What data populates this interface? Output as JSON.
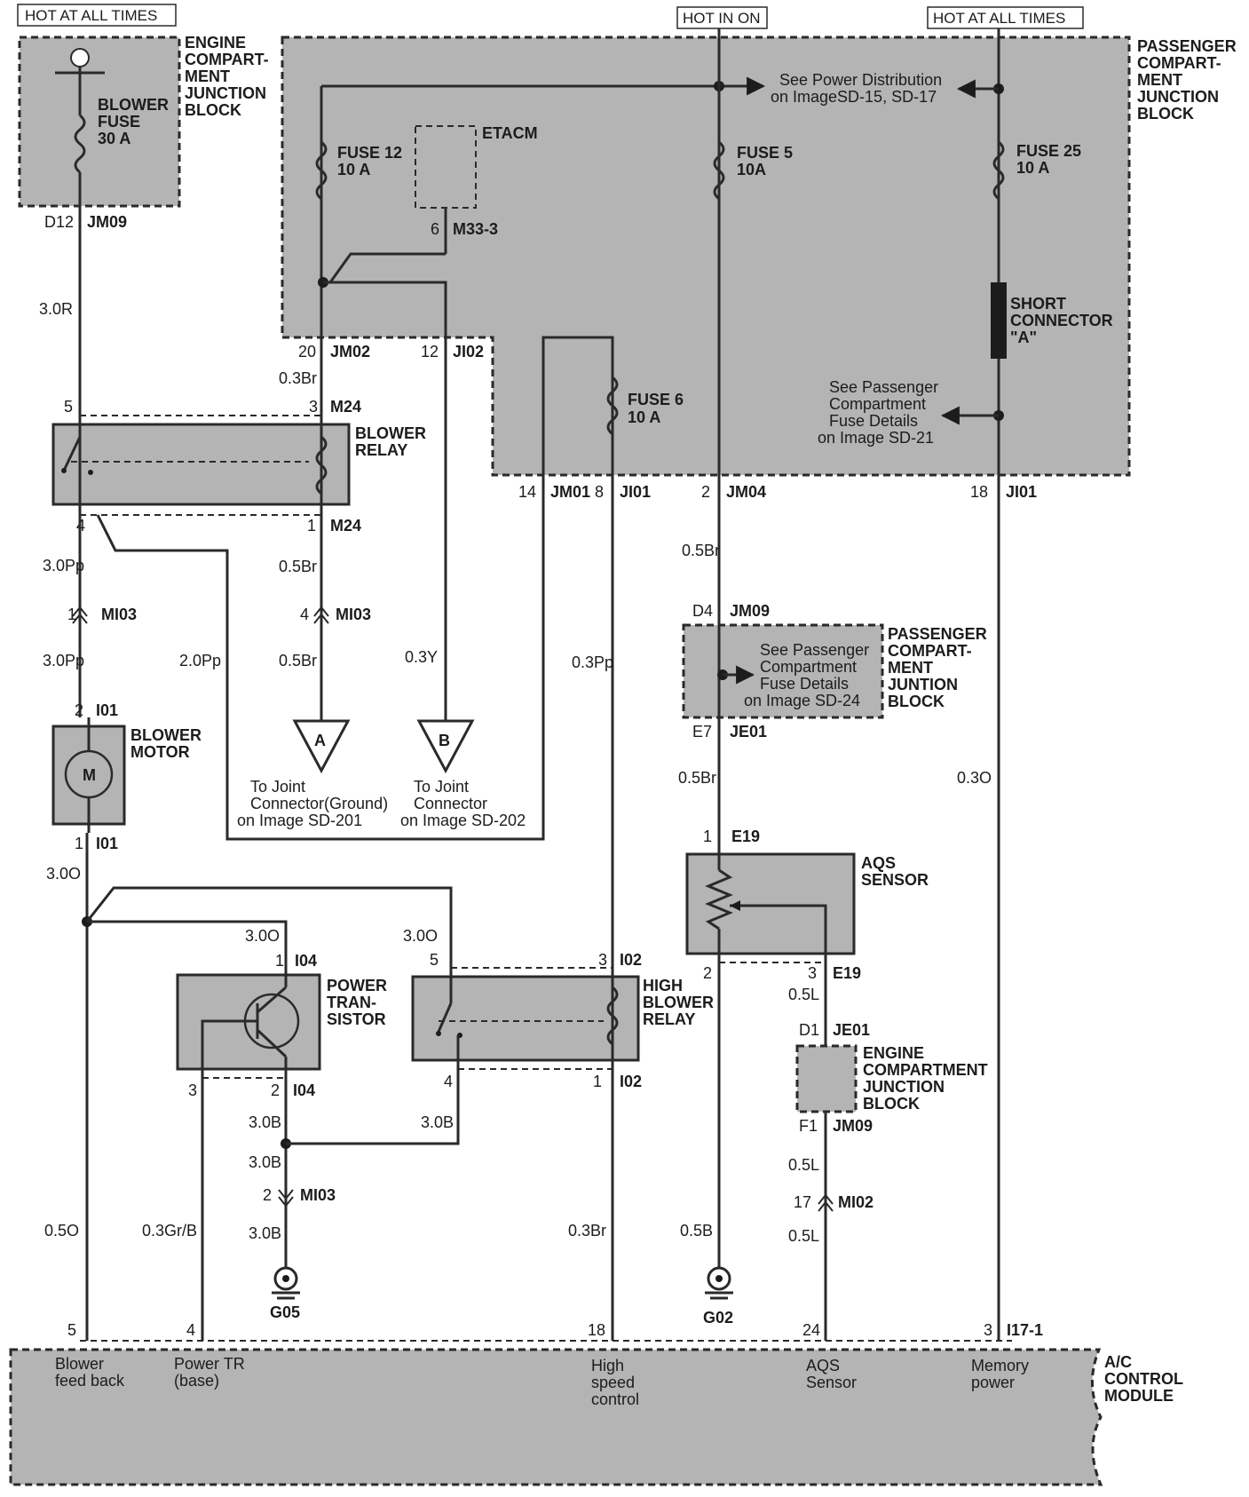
{
  "hot_labels": {
    "left": "HOT AT ALL TIMES",
    "center": "HOT IN ON",
    "right": "HOT AT ALL TIMES"
  },
  "engine_junction_top": {
    "title": [
      "ENGINE",
      "COMPART-",
      "MENT",
      "JUNCTION",
      "BLOCK"
    ],
    "fuse": [
      "BLOWER",
      "FUSE",
      "30 A"
    ],
    "pin": "D12",
    "connector": "JM09"
  },
  "passenger_junction_top": {
    "title": [
      "PASSENGER",
      "COMPART-",
      "MENT",
      "JUNCTION",
      "BLOCK"
    ],
    "power_note": [
      "See Power Distribution",
      "on ImageSD-15, SD-17"
    ],
    "fuse12": [
      "FUSE 12",
      "10 A"
    ],
    "etacm": "ETACM",
    "etacm_pin": "6",
    "etacm_conn": "M33-3",
    "fuse5": [
      "FUSE 5",
      "10A"
    ],
    "fuse25": [
      "FUSE 25",
      "10 A"
    ],
    "short_conn": [
      "SHORT",
      "CONNECTOR",
      "\"A\""
    ],
    "fuse6": [
      "FUSE 6",
      "10 A"
    ],
    "fuse_note": [
      "See Passenger",
      "Compartment",
      "Fuse Details",
      "on Image SD-21"
    ],
    "pins": [
      {
        "n": "20",
        "c": "JM02"
      },
      {
        "n": "12",
        "c": "JI02"
      },
      {
        "n": "14",
        "c": "JM01"
      },
      {
        "n": "8",
        "c": "JI01"
      },
      {
        "n": "2",
        "c": "JM04"
      },
      {
        "n": "18",
        "c": "JI01"
      }
    ]
  },
  "blower_relay": {
    "title": [
      "BLOWER",
      "RELAY"
    ],
    "pins": [
      {
        "n": "5",
        "c": ""
      },
      {
        "n": "3",
        "c": "M24"
      },
      {
        "n": "4",
        "c": ""
      },
      {
        "n": "1",
        "c": "M24"
      }
    ]
  },
  "blower_motor": {
    "title": [
      "BLOWER",
      "MOTOR"
    ],
    "symbol": "M",
    "pin_top": {
      "n": "2",
      "c": "I01"
    },
    "pin_bottom": {
      "n": "1",
      "c": "I01"
    }
  },
  "connectors_mi03": [
    {
      "n": "1",
      "c": "MI03"
    },
    {
      "n": "4",
      "c": "MI03"
    },
    {
      "n": "2",
      "c": "MI03"
    }
  ],
  "joints": {
    "a": {
      "sym": "A",
      "text": [
        "To Joint",
        "Connector(Ground)",
        "on Image SD-201"
      ]
    },
    "b": {
      "sym": "B",
      "text": [
        "To Joint",
        "Connector",
        "on Image SD-202"
      ]
    }
  },
  "wires": {
    "w_3_0R": "3.0R",
    "w_0_3Br": "0.3Br",
    "w_3_0Pp_a": "3.0Pp",
    "w_3_0Pp_b": "3.0Pp",
    "w_2_0Pp": "2.0Pp",
    "w_0_5Br_a": "0.5Br",
    "w_0_5Br_b": "0.5Br",
    "w_0_3Y": "0.3Y",
    "w_0_3Pp": "0.3Pp",
    "w_0_5Br_c": "0.5Br",
    "w_0_5Br_d": "0.5Br",
    "w_0_3O": "0.3O",
    "w_3_0O_a": "3.0O",
    "w_3_0O_b": "3.0O",
    "w_3_0O_c": "3.0O",
    "w_3_0B_a": "3.0B",
    "w_3_0B_b": "3.0B",
    "w_3_0B_c": "3.0B",
    "w_3_0B_d": "3.0B",
    "w_0_5L_a": "0.5L",
    "w_0_5L_b": "0.5L",
    "w_0_5L_c": "0.5L",
    "w_0_5O": "0.5O",
    "w_0_3GrB": "0.3Gr/B",
    "w_0_3Br_b": "0.3Br",
    "w_0_5B": "0.5B"
  },
  "passenger_junction_mid": {
    "title": [
      "PASSENGER",
      "COMPART-",
      "MENT",
      "JUNTION",
      "BLOCK"
    ],
    "note": [
      "See Passenger",
      "Compartment",
      "Fuse Details",
      "on Image SD-24"
    ],
    "pin_top": {
      "n": "D4",
      "c": "JM09"
    },
    "pin_bottom": {
      "n": "E7",
      "c": "JE01"
    }
  },
  "aqs_sensor": {
    "title": [
      "AQS",
      "SENSOR"
    ],
    "pin1": {
      "n": "1",
      "c": "E19"
    },
    "pin2": {
      "n": "2",
      "c": ""
    },
    "pin3": {
      "n": "3",
      "c": "E19"
    }
  },
  "engine_junction_mid": {
    "title": [
      "ENGINE",
      "COMPARTMENT",
      "JUNCTION",
      "BLOCK"
    ],
    "pin_top": {
      "n": "D1",
      "c": "JE01"
    },
    "pin_bottom": {
      "n": "F1",
      "c": "JM09"
    }
  },
  "mi02": {
    "n": "17",
    "c": "MI02"
  },
  "power_transistor": {
    "title": [
      "POWER",
      "TRAN-",
      "SISTOR"
    ],
    "pin1": {
      "n": "1",
      "c": "I04"
    },
    "pin3": {
      "n": "3",
      "c": ""
    },
    "pin2": {
      "n": "2",
      "c": "I04"
    }
  },
  "high_blower_relay": {
    "title": [
      "HIGH",
      "BLOWER",
      "RELAY"
    ],
    "pin5": {
      "n": "5",
      "c": ""
    },
    "pin3": {
      "n": "3",
      "c": "I02"
    },
    "pin4": {
      "n": "4",
      "c": ""
    },
    "pin1": {
      "n": "1",
      "c": "I02"
    }
  },
  "grounds": {
    "g05": "G05",
    "g02": "G02"
  },
  "ac_module": {
    "title": [
      "A/C",
      "CONTROL",
      "MODULE"
    ],
    "pins": [
      {
        "n": "5",
        "c": "",
        "desc": [
          "Blower",
          "feed back"
        ]
      },
      {
        "n": "4",
        "c": "",
        "desc": [
          "Power TR",
          "(base)"
        ]
      },
      {
        "n": "18",
        "c": "",
        "desc": [
          "High",
          "speed",
          "control"
        ]
      },
      {
        "n": "24",
        "c": "",
        "desc": [
          "AQS",
          "Sensor"
        ]
      },
      {
        "n": "3",
        "c": "I17-1",
        "desc": [
          "Memory",
          "power"
        ]
      }
    ]
  }
}
